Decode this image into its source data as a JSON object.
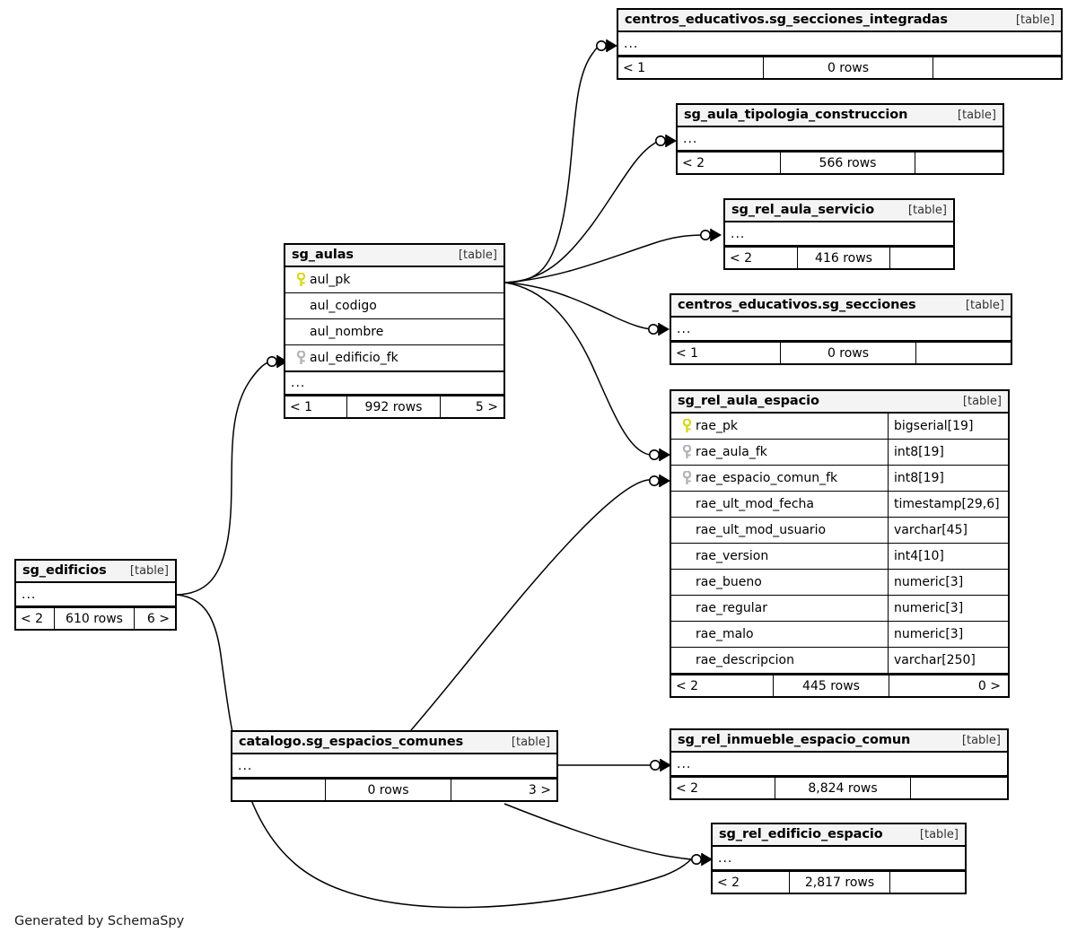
{
  "diagram": {
    "generator_credit": "Generated by SchemaSpy",
    "table_tag": "[table]",
    "ellipsis": "...",
    "colors": {
      "header_bg": "#f4f4f4",
      "border": "#000000",
      "primary_key": "#e8e81a",
      "foreign_key": "#b0b0b0",
      "background": "#ffffff"
    }
  },
  "tables": [
    {
      "id": "secciones_integradas",
      "name": "centros_educativos.sg_secciones_integradas",
      "tag": "[table]",
      "columns": [],
      "has_ellipsis": true,
      "footer": {
        "left": "< 1",
        "mid": "0 rows",
        "right": ""
      }
    },
    {
      "id": "aula_tipologia",
      "name": "sg_aula_tipologia_construccion",
      "tag": "[table]",
      "columns": [],
      "has_ellipsis": true,
      "footer": {
        "left": "< 2",
        "mid": "566 rows",
        "right": ""
      }
    },
    {
      "id": "rel_aula_servicio",
      "name": "sg_rel_aula_servicio",
      "tag": "[table]",
      "columns": [],
      "has_ellipsis": true,
      "footer": {
        "left": "< 2",
        "mid": "416 rows",
        "right": ""
      }
    },
    {
      "id": "secciones",
      "name": "centros_educativos.sg_secciones",
      "tag": "[table]",
      "columns": [],
      "has_ellipsis": true,
      "footer": {
        "left": "< 1",
        "mid": "0 rows",
        "right": ""
      }
    },
    {
      "id": "aulas",
      "name": "sg_aulas",
      "tag": "[table]",
      "columns": [
        {
          "name": "aul_pk",
          "key": "primary",
          "type": ""
        },
        {
          "name": "aul_codigo",
          "key": "none",
          "type": ""
        },
        {
          "name": "aul_nombre",
          "key": "none",
          "type": ""
        },
        {
          "name": "aul_edificio_fk",
          "key": "foreign",
          "type": ""
        }
      ],
      "has_ellipsis": true,
      "footer": {
        "left": "< 1",
        "mid": "992 rows",
        "right": "5 >"
      }
    },
    {
      "id": "rel_aula_espacio",
      "name": "sg_rel_aula_espacio",
      "tag": "[table]",
      "columns": [
        {
          "name": "rae_pk",
          "key": "primary",
          "type": "bigserial[19]"
        },
        {
          "name": "rae_aula_fk",
          "key": "foreign",
          "type": "int8[19]"
        },
        {
          "name": "rae_espacio_comun_fk",
          "key": "foreign",
          "type": "int8[19]"
        },
        {
          "name": "rae_ult_mod_fecha",
          "key": "none",
          "type": "timestamp[29,6]"
        },
        {
          "name": "rae_ult_mod_usuario",
          "key": "none",
          "type": "varchar[45]"
        },
        {
          "name": "rae_version",
          "key": "none",
          "type": "int4[10]"
        },
        {
          "name": "rae_bueno",
          "key": "none",
          "type": "numeric[3]"
        },
        {
          "name": "rae_regular",
          "key": "none",
          "type": "numeric[3]"
        },
        {
          "name": "rae_malo",
          "key": "none",
          "type": "numeric[3]"
        },
        {
          "name": "rae_descripcion",
          "key": "none",
          "type": "varchar[250]"
        }
      ],
      "has_ellipsis": false,
      "footer": {
        "left": "< 2",
        "mid": "445 rows",
        "right": "0 >"
      }
    },
    {
      "id": "edificios",
      "name": "sg_edificios",
      "tag": "[table]",
      "columns": [],
      "has_ellipsis": true,
      "footer": {
        "left": "< 2",
        "mid": "610 rows",
        "right": "6 >"
      }
    },
    {
      "id": "espacios_comunes",
      "name": "catalogo.sg_espacios_comunes",
      "tag": "[table]",
      "columns": [],
      "has_ellipsis": true,
      "footer": {
        "left": "",
        "mid": "0 rows",
        "right": "3 >"
      }
    },
    {
      "id": "rel_inmueble_espacio",
      "name": "sg_rel_inmueble_espacio_comun",
      "tag": "[table]",
      "columns": [],
      "has_ellipsis": true,
      "footer": {
        "left": "< 2",
        "mid": "8,824 rows",
        "right": ""
      }
    },
    {
      "id": "rel_edificio_espacio",
      "name": "sg_rel_edificio_espacio",
      "tag": "[table]",
      "columns": [],
      "has_ellipsis": true,
      "footer": {
        "left": "< 2",
        "mid": "2,817 rows",
        "right": ""
      }
    }
  ],
  "relationships": [
    {
      "from": "aulas",
      "to": "secciones_integradas"
    },
    {
      "from": "aulas",
      "to": "aula_tipologia"
    },
    {
      "from": "aulas",
      "to": "rel_aula_servicio"
    },
    {
      "from": "aulas",
      "to": "secciones"
    },
    {
      "from": "aulas",
      "to": "rel_aula_espacio"
    },
    {
      "from": "edificios",
      "to": "aulas"
    },
    {
      "from": "edificios",
      "to": "rel_edificio_espacio"
    },
    {
      "from": "espacios_comunes",
      "to": "rel_aula_espacio"
    },
    {
      "from": "espacios_comunes",
      "to": "rel_inmueble_espacio"
    },
    {
      "from": "espacios_comunes",
      "to": "rel_edificio_espacio"
    }
  ]
}
